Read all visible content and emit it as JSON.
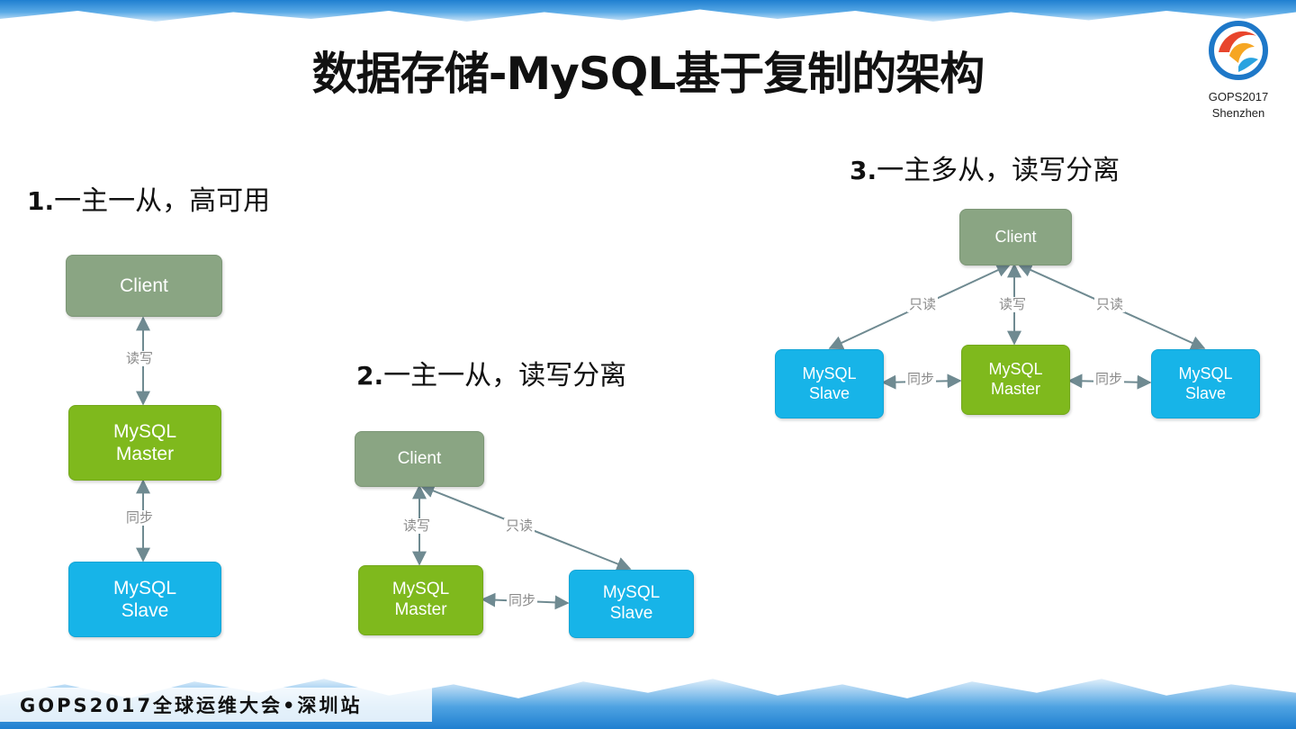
{
  "title": "数据存储-MySQL基于复制的架构",
  "footer": "GOPS2017全球运维大会•深圳站",
  "logo": {
    "year": "GOPS2017",
    "city": "Shenzhen"
  },
  "colors": {
    "client": "#8aa583",
    "master": "#7fb91d",
    "slave": "#17b4e8",
    "edge": "#6f8a91"
  },
  "sections": [
    {
      "num": "1.",
      "heading": "一主一从，高可用",
      "nodes": {
        "client": "Client",
        "master": [
          "MySQL",
          "Master"
        ],
        "slave": [
          "MySQL",
          "Slave"
        ]
      },
      "edges": {
        "client_master": "读写",
        "master_slave": "同步"
      }
    },
    {
      "num": "2.",
      "heading": "一主一从，读写分离",
      "nodes": {
        "client": "Client",
        "master": [
          "MySQL",
          "Master"
        ],
        "slave": [
          "MySQL",
          "Slave"
        ]
      },
      "edges": {
        "client_master": "读写",
        "client_slave": "只读",
        "master_slave": "同步"
      }
    },
    {
      "num": "3.",
      "heading": "一主多从，读写分离",
      "nodes": {
        "client": "Client",
        "slave_left": [
          "MySQL",
          "Slave"
        ],
        "master": [
          "MySQL",
          "Master"
        ],
        "slave_right": [
          "MySQL",
          "Slave"
        ]
      },
      "edges": {
        "client_slave_left": "只读",
        "client_master": "读写",
        "client_slave_right": "只读",
        "slave_left_master": "同步",
        "master_slave_right": "同步"
      }
    }
  ]
}
